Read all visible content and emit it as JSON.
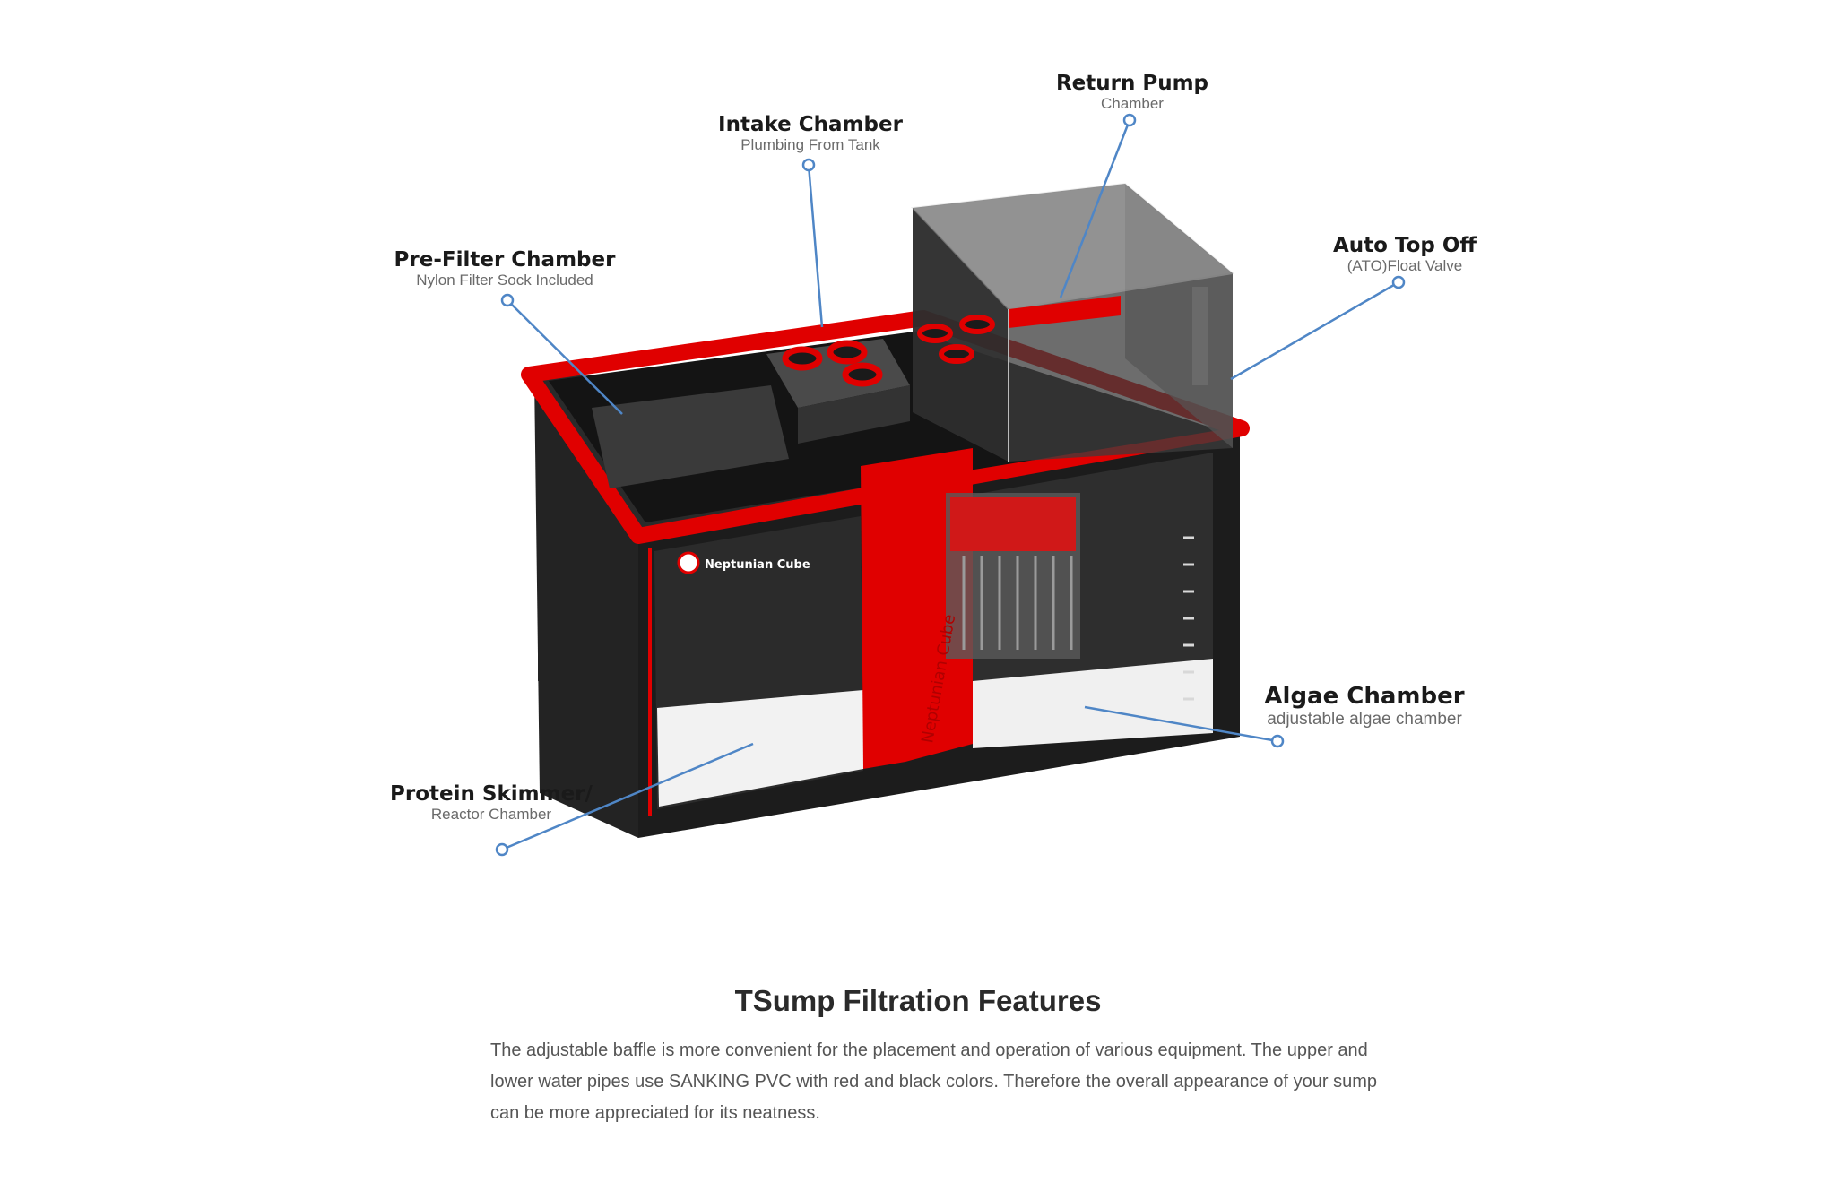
{
  "colors": {
    "accent_red": "#e00000",
    "tank_black": "#1f1f1f",
    "leader_blue": "#4f86c6"
  },
  "callouts": {
    "return_pump": {
      "title": "Return Pump",
      "subtitle": "Chamber"
    },
    "intake": {
      "title": "Intake Chamber",
      "subtitle": "Plumbing From Tank"
    },
    "pre_filter": {
      "title": "Pre-Filter Chamber",
      "subtitle": "Nylon Filter Sock Included"
    },
    "ato": {
      "title": "Auto Top Off",
      "subtitle": "(ATO)Float Valve"
    },
    "algae": {
      "title": "Algae Chamber",
      "subtitle": "adjustable algae chamber"
    },
    "skimmer": {
      "title": "Protein Skimmer/",
      "subtitle": "Reactor Chamber"
    }
  },
  "product": {
    "brand_logo_text": "Neptunian Cube",
    "baffle_logo_text": "Neptunian Cube"
  },
  "section": {
    "title": "TSump Filtration Features",
    "description": "The adjustable baffle is more convenient for the placement and operation of various equipment. The upper and lower water pipes use SANKING PVC with red and black colors. Therefore the overall appearance of your sump can be more appreciated for its neatness."
  }
}
